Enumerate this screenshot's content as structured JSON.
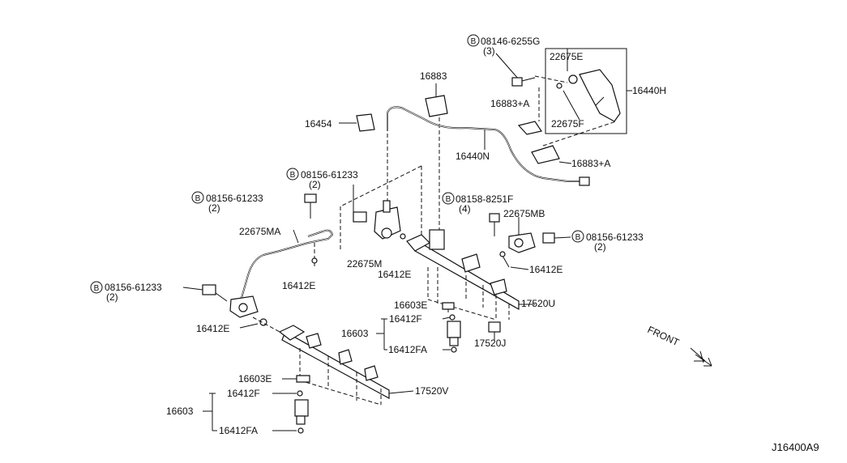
{
  "diagram": {
    "code": "J16400A9",
    "front": "FRONT",
    "labels": {
      "b1": "08146-6255G",
      "b1q": "(3)",
      "p22675E": "22675E",
      "p16440H": "16440H",
      "p16883": "16883",
      "p16883A1": "16883+A",
      "p22675F": "22675F",
      "p16454": "16454",
      "p16440N": "16440N",
      "p16883A2": "16883+A",
      "b2": "08156-61233",
      "b2q": "(2)",
      "b3": "08156-61233",
      "b3q": "(2)",
      "b4": "08158-8251F",
      "b4q": "(4)",
      "p22675MB": "22675MB",
      "b5": "08156-61233",
      "b5q": "(2)",
      "p22675MA": "22675MA",
      "p22675M": "22675M",
      "p16412E_1": "16412E",
      "p16412E_2": "16412E",
      "p16412E_3": "16412E",
      "p16412E_4": "16412E",
      "b6": "08156-61233",
      "b6q": "(2)",
      "p16603E_1": "16603E",
      "p16412F_1": "16412F",
      "p16603_1": "16603",
      "p16412FA_1": "16412FA",
      "p17520U": "17520U",
      "p17520J": "17520J",
      "p16603E_2": "16603E",
      "p16412F_2": "16412F",
      "p16603_2": "16603",
      "p16412FA_2": "16412FA",
      "p17520V": "17520V",
      "bolt_mark": "B"
    }
  }
}
